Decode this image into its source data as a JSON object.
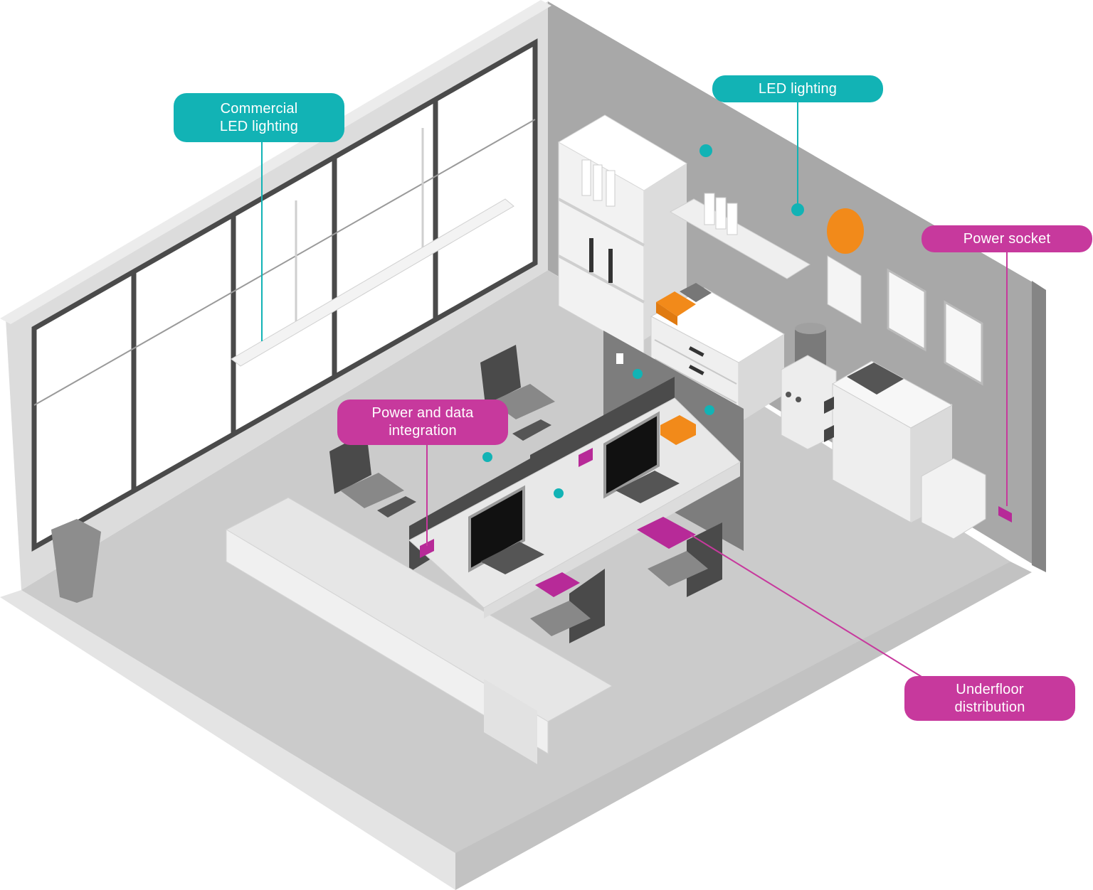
{
  "colors": {
    "teal": "#12b3b5",
    "magenta": "#c7399d",
    "orange": "#f28a1a",
    "dark_panel": "#4b4b4b",
    "floor": "#cbcbcb",
    "wall_left": "#dcdcdc",
    "wall_back": "#a9a9a9"
  },
  "callouts": {
    "commercial_led": {
      "line1": "Commercial",
      "line2": "LED lighting",
      "color": "teal"
    },
    "led": {
      "line1": "LED lighting",
      "color": "teal"
    },
    "power_socket": {
      "line1": "Power socket",
      "color": "magenta"
    },
    "power_data": {
      "line1": "Power and data",
      "line2": "integration",
      "color": "magenta"
    },
    "underfloor": {
      "line1": "Underfloor",
      "line2": "distribution",
      "color": "magenta"
    }
  }
}
